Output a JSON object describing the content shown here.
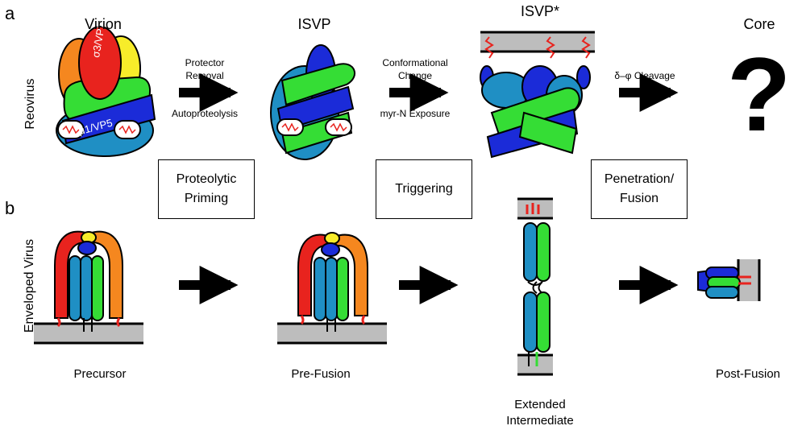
{
  "panels": {
    "a": "a",
    "b": "b"
  },
  "rows": {
    "reovirus": "Reovirus",
    "enveloped": "Enveloped Virus"
  },
  "reovirus": {
    "virion": "Virion",
    "isvp": "ISVP",
    "isvp_star": "ISVP*",
    "core": "Core",
    "core_symbol": "?",
    "sigma3": "σ3/VP7",
    "mu1": "μ1/VP5",
    "arrow1_top1": "Protector",
    "arrow1_top2": "Removal",
    "arrow1_bottom": "Autoproteolysis",
    "arrow2_top1": "Conformational",
    "arrow2_top2": "Change",
    "arrow2_bottom": "myr-N Exposure",
    "arrow3_top": "δ–φ Cleavage"
  },
  "steps": {
    "priming_1": "Proteolytic",
    "priming_2": "Priming",
    "triggering": "Triggering",
    "penetration_1": "Penetration/",
    "penetration_2": "Fusion"
  },
  "enveloped": {
    "precursor": "Precursor",
    "prefusion": "Pre-Fusion",
    "extended_1": "Extended",
    "extended_2": "Intermediate",
    "postfusion": "Post-Fusion"
  },
  "colors": {
    "red": "#e8231e",
    "orange": "#f5871f",
    "yellow": "#f7ec2a",
    "green": "#35dd35",
    "blue": "#1b2bd8",
    "teal": "#1f8fc4",
    "membrane": "#bdbdbd",
    "black": "#000000"
  }
}
